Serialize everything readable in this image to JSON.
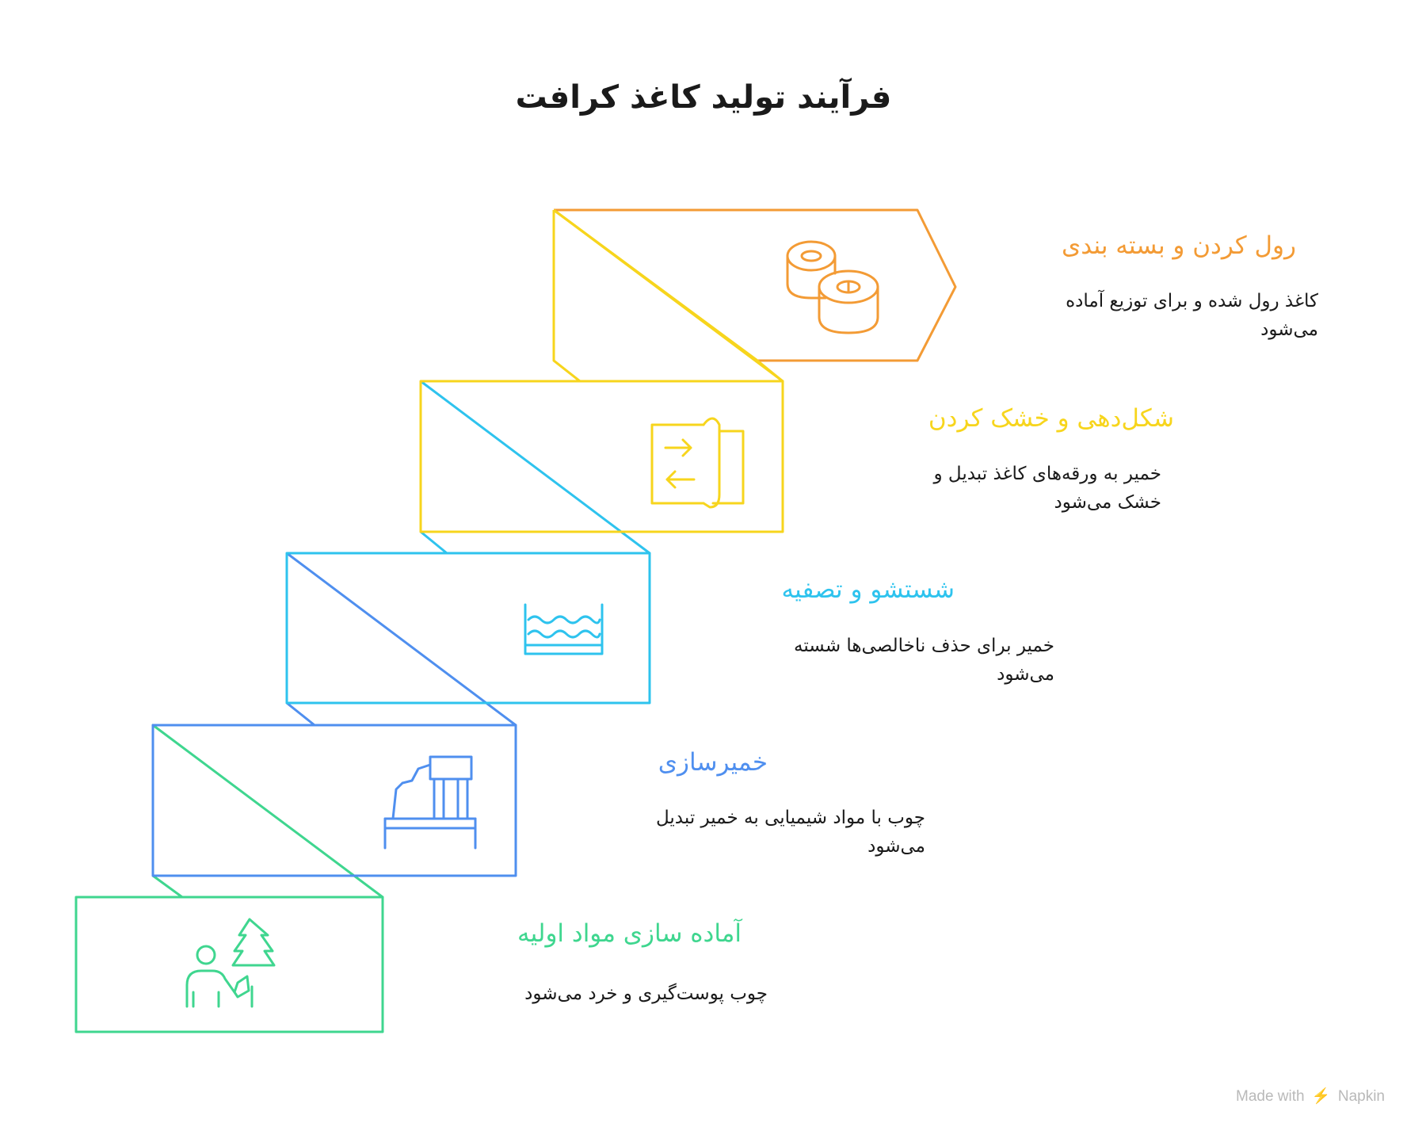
{
  "title": "فرآیند تولید کاغذ کرافت",
  "colors": {
    "green": "#3fd68f",
    "blue": "#4f8fef",
    "cyan": "#2ec3ee",
    "yellow": "#f7d51d",
    "orange": "#f39b35"
  },
  "steps": [
    {
      "title": "آماده سازی مواد اولیه",
      "description": "چوب پوست‌گیری و خرد می‌شود",
      "color": "#3fd68f",
      "icon": "person-with-tree-icon"
    },
    {
      "title": "خمیرسازی",
      "description": "چوب با مواد شیمیایی به خمیر تبدیل می‌شود",
      "color": "#4f8fef",
      "icon": "pulp-machine-icon"
    },
    {
      "title": "شستشو و تصفیه",
      "description": "خمیر برای حذف ناخالصی‌ها شسته می‌شود",
      "color": "#2ec3ee",
      "icon": "water-waves-icon"
    },
    {
      "title": "شکل‌دهی و خشک کردن",
      "description": "خمیر به ورقه‌های کاغذ تبدیل و خشک می‌شود",
      "color": "#f7d51d",
      "icon": "paper-sheet-arrows-icon"
    },
    {
      "title": "رول کردن و بسته بندی",
      "description": "کاغذ رول شده و برای توزیع آماده می‌شود",
      "color": "#f39b35",
      "icon": "paper-rolls-icon"
    }
  ],
  "footer": {
    "made_with": "Made with",
    "brand": "Napkin"
  }
}
